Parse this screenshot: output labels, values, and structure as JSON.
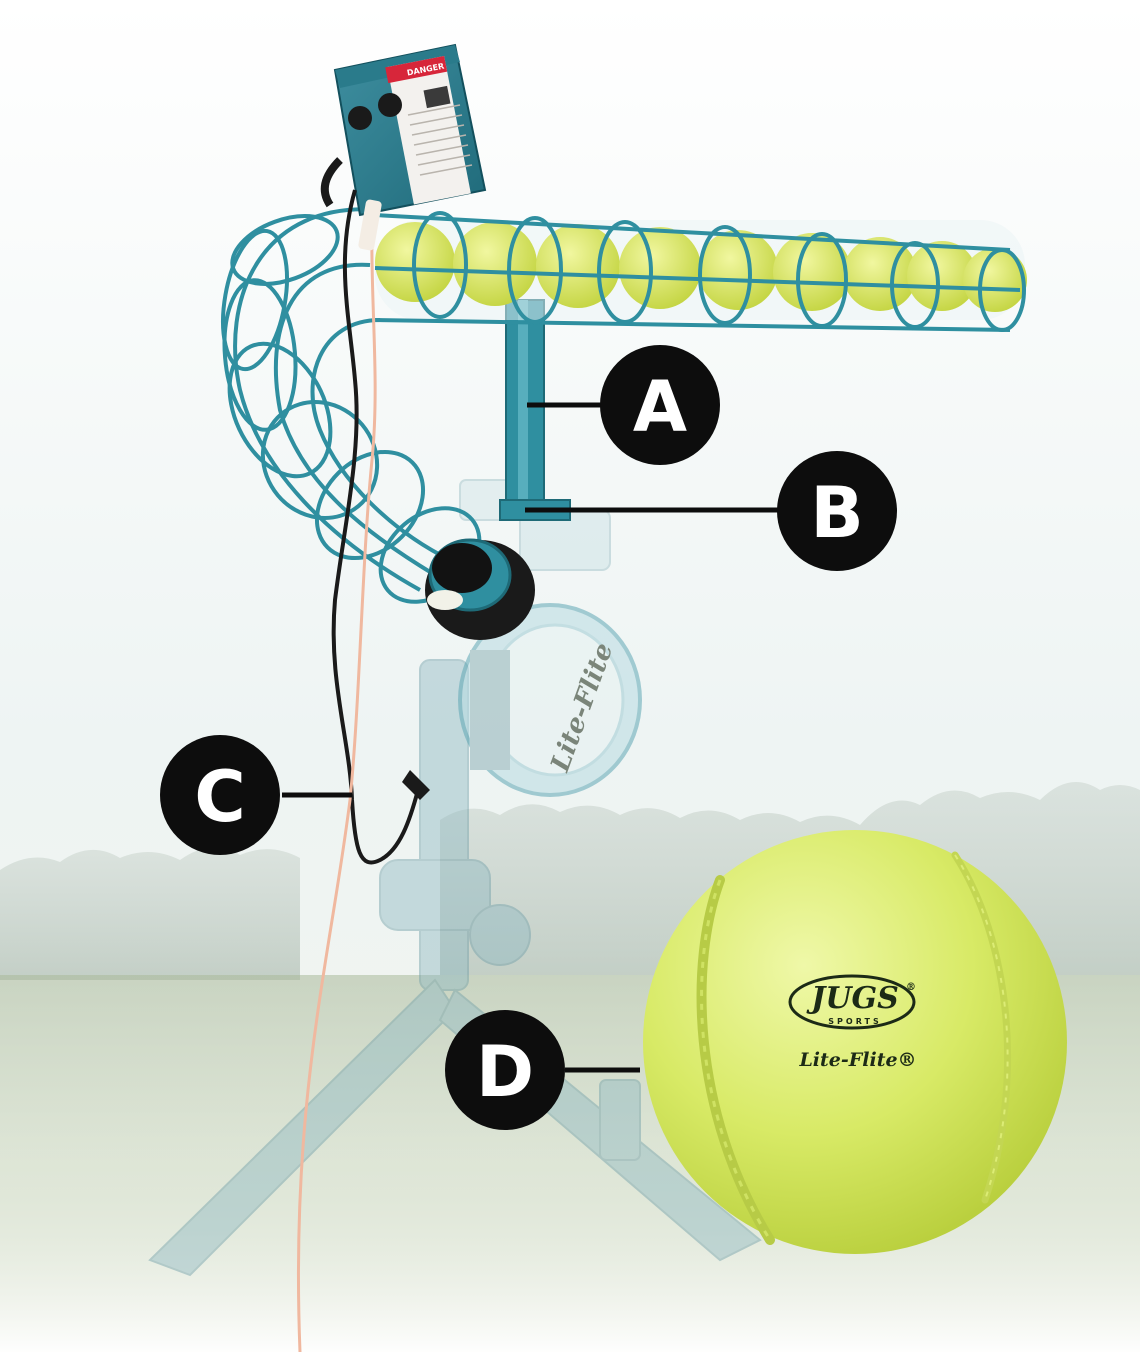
{
  "callouts": {
    "a": "A",
    "b": "B",
    "c": "C",
    "d": "D"
  },
  "ball": {
    "brand": "JUGS",
    "brand_mark": "®",
    "brand_sub": "SPORTS",
    "product": "Lite-Flite®"
  },
  "machine": {
    "warning_label": "DANGER",
    "wheel_label": "Lite-Flite"
  },
  "colors": {
    "callout_fill": "#0d0d0d",
    "feeder_teal": "#2f8fa0",
    "ball_green": "#d9ec6a",
    "grass": "#7e9a5e"
  }
}
